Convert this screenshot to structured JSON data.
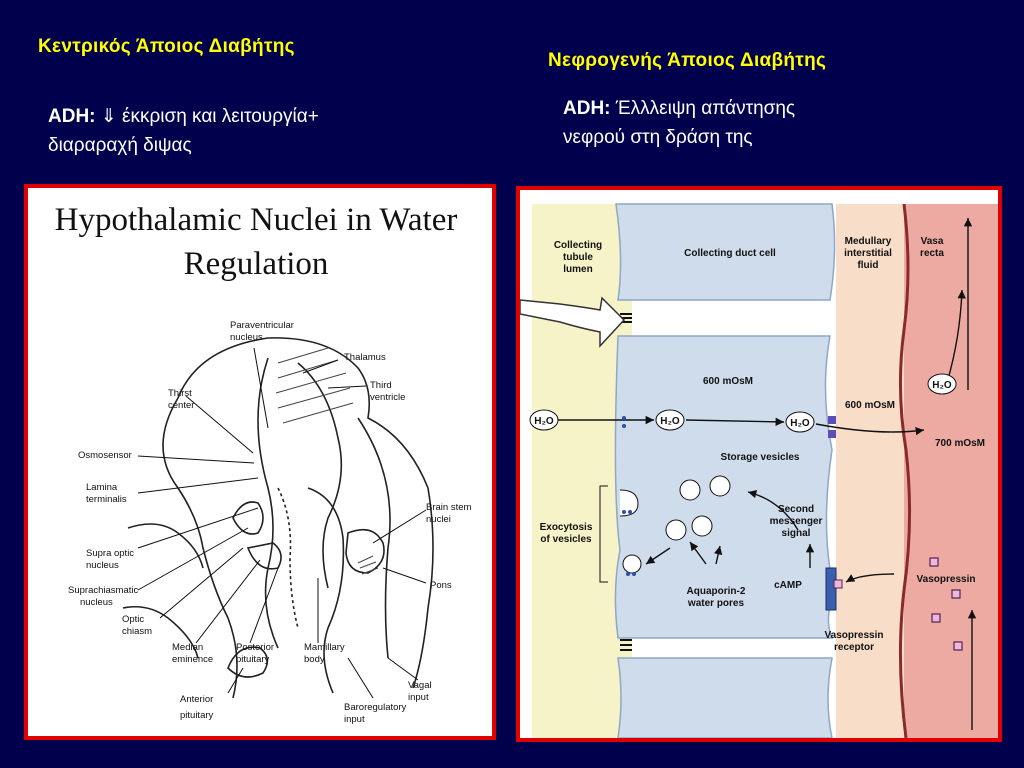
{
  "slide": {
    "left": {
      "title": "Κεντρικός Άποιος Διαβήτης",
      "adh_label": "ADH:",
      "line1": "⇓ έκκριση και λειτουργία+",
      "line2": "διαραραχή διψας"
    },
    "right": {
      "title": "Νεφρογενής Άποιος Διαβήτης",
      "adh_label": "ADH:",
      "line1": "Έλλλειψη απάντησης",
      "line2": "νεφρού στη δράση της"
    }
  },
  "hypothalamus_figure": {
    "title_line1": "Hypothalamic Nuclei in Water",
    "title_line2": "Regulation",
    "labels": {
      "paraventricular": "Paraventricular",
      "nucleus": "nucleus",
      "thalamus": "Thalamus",
      "thirst": "Thirst",
      "center": "center",
      "third": "Third",
      "ventricle": "ventricle",
      "osmosensor": "Osmosensor",
      "lamina": "Lamina",
      "terminalis": "terminalis",
      "brain_stem": "Brain stem",
      "brain_nuclei": "nuclei",
      "supra_optic": "Supra optic",
      "supra_nucleus": "nucleus",
      "suprachiasmatic": "Suprachiasmatic",
      "supra_ch_nucleus": "nucleus",
      "pons": "Pons",
      "optic": "Optic",
      "chiasm": "chiasm",
      "median": "Median",
      "eminence": "eminence",
      "posterior": "Posterior",
      "pituitary_post": "pituitary",
      "mamillary": "Mamillary",
      "body": "body",
      "vagal": "Vagal",
      "input_vagal": "input",
      "anterior": "Anterior",
      "pituitary_ant": "pituitary",
      "baroregulatory": "Baroregulatory",
      "input_baro": "input"
    }
  },
  "kidney_figure": {
    "labels": {
      "collecting": "Collecting",
      "tubule": "tubule",
      "lumen": "lumen",
      "collecting_duct_cell": "Collecting duct cell",
      "medullary": "Medullary",
      "interstitial": "interstitial",
      "fluid": "fluid",
      "vasa": "Vasa",
      "recta": "recta",
      "osm_600_cell": "600 mOsM",
      "osm_600_int": "600 mOsM",
      "osm_700": "700 mOsM",
      "h2o": "H₂O",
      "storage_vesicles": "Storage vesicles",
      "second": "Second",
      "messenger": "messenger",
      "signal": "signal",
      "exocytosis": "Exocytosis",
      "of_vesicles": "of vesicles",
      "camp": "cAMP",
      "aquaporin": "Aquaporin-2",
      "water_pores": "water pores",
      "vasopressin": "Vasopressin",
      "vasopressin_r1": "Vasopressin",
      "vasopressin_r2": "receptor"
    }
  }
}
